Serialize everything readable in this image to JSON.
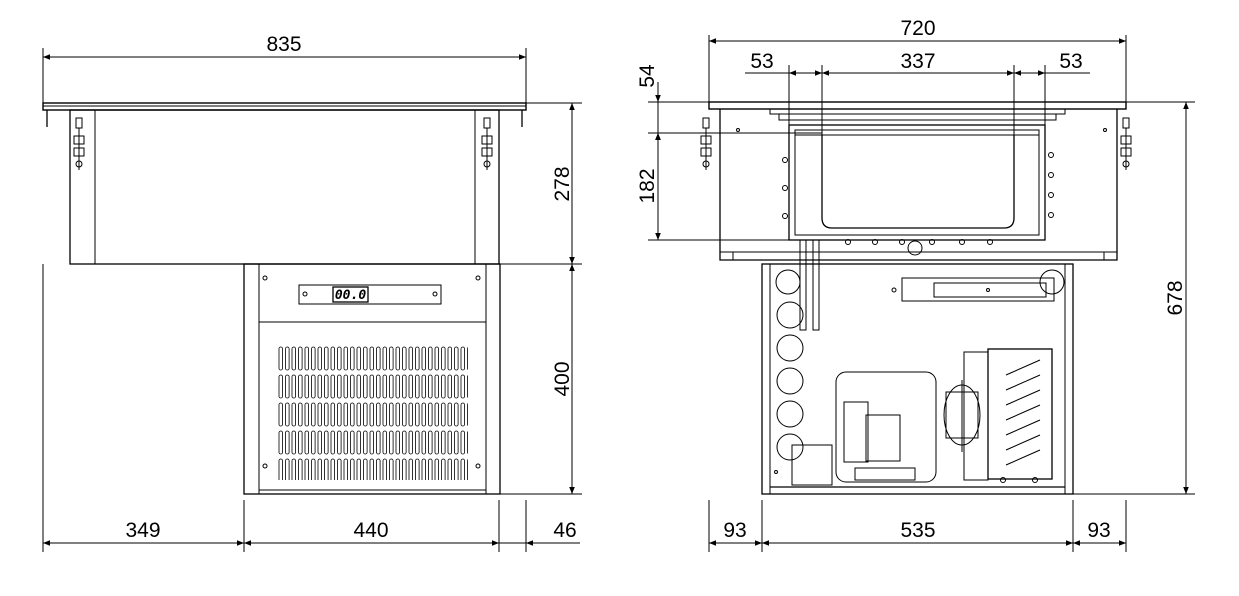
{
  "front_view": {
    "width_total": "835",
    "depth_left": "349",
    "unit_width": "440",
    "depth_right": "46",
    "tank_height": "278",
    "unit_height": "400",
    "display_readout": "00.0"
  },
  "side_view": {
    "width_total": "720",
    "flange_left": "53",
    "gn_width": "337",
    "flange_right": "53",
    "rim_height": "54",
    "gn_depth": "182",
    "total_height": "678",
    "margin_left": "93",
    "unit_width": "535",
    "margin_right": "93"
  }
}
